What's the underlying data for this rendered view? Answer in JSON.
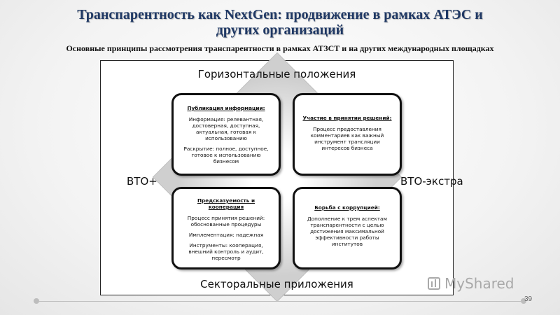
{
  "slide": {
    "title": "Транспарентность как NextGen: продвижение в рамках АТЭС и других организаций",
    "subtitle": "Основные принципы рассмотрения транспарентности в рамках АТЗСТ и на других международных площадках",
    "page_number": "39"
  },
  "diagram": {
    "top": "Горизонтальные положения",
    "bottom": "Секторальные приложения",
    "left": "ВТО+",
    "right": "ВТО-экстра",
    "boxes": [
      {
        "heading": "Публикация информации:",
        "paragraphs": [
          "Информация: релевантная, достоверная, доступная, актуальная, готовая к использованию",
          "Раскрытие: полное, доступное, готовое к использованию бизнесом"
        ]
      },
      {
        "heading": "Участие в принятии решений:",
        "paragraphs": [
          "Процесс предоставления комментариев как важный инструмент трансляции интересов бизнеса"
        ]
      },
      {
        "heading": "Предсказуемость и кооперация",
        "paragraphs": [
          "Процесс принятия решений: обоснованные процедуры",
          "Имплементация: надежная",
          "Инструменты: кооперация, внешний контроль и аудит, пересмотр"
        ]
      },
      {
        "heading": "Борьба с коррупцией:",
        "paragraphs": [
          "Дополнение к трем аспектам транспарентности с целью достижения максимальной эффективности работы институтов"
        ]
      }
    ]
  },
  "watermark": {
    "brand": "MyShared",
    "icon": "chart-icon"
  }
}
